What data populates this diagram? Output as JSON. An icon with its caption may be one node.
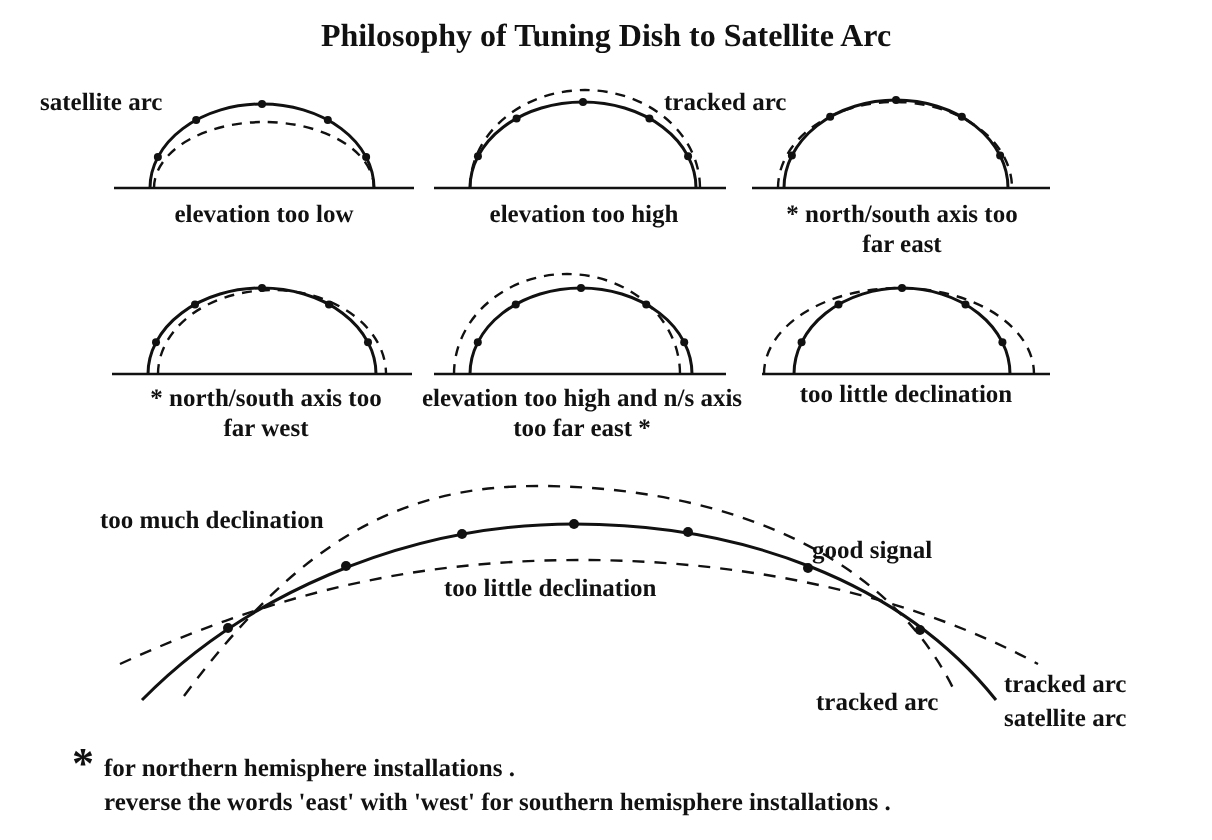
{
  "diagram": {
    "title": "Philosophy of Tuning Dish to Satellite Arc",
    "labels": [
      "satellite arc",
      "tracked arc",
      "elevation too low",
      "elevation too high",
      "* north/south axis too far east",
      "* north/south axis too far west",
      "elevation too high and n/s axis too far east *",
      "too little declination",
      "too much declination",
      "good signal",
      "too little declination",
      "tracked arc",
      "tracked arc",
      "satellite arc",
      "*",
      "for northern hemisphere installations .",
      "reverse the words 'east' with 'west' for southern hemisphere installations ."
    ]
  }
}
